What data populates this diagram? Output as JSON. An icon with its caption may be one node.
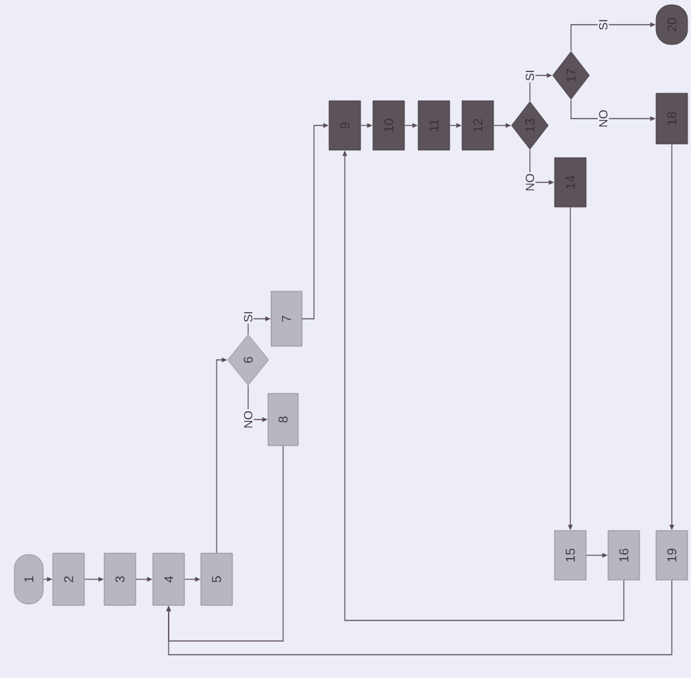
{
  "diagram": {
    "nodes": [
      {
        "text": [
          "1"
        ]
      },
      {
        "text": [
          "2"
        ]
      },
      {
        "text": [
          "3"
        ]
      },
      {
        "text": [
          "4"
        ]
      },
      {
        "text": [
          "5"
        ]
      },
      {
        "text": [
          "6"
        ]
      },
      {
        "text": [
          "7"
        ]
      },
      {
        "text": [
          "8"
        ]
      },
      {
        "text": [
          "9"
        ]
      },
      {
        "text": [
          "10"
        ]
      },
      {
        "text": [
          "11"
        ]
      },
      {
        "text": [
          "12"
        ]
      },
      {
        "text": [
          "13"
        ]
      },
      {
        "text": [
          "14"
        ]
      },
      {
        "text": [
          "15"
        ]
      },
      {
        "text": [
          "16"
        ]
      },
      {
        "text": [
          "17"
        ]
      },
      {
        "text": [
          "18"
        ]
      },
      {
        "text": [
          "19"
        ]
      },
      {
        "text": [
          "20"
        ]
      }
    ],
    "edges": [
      {
        "from": 0,
        "to": 1,
        "arrow": "to"
      },
      {
        "from": 1,
        "to": 2,
        "arrow": "to"
      },
      {
        "from": 2,
        "to": 3,
        "arrow": "to"
      },
      {
        "from": 3,
        "to": 4,
        "arrow": "to"
      },
      {
        "from": 4,
        "to": 5,
        "arrow": "to"
      },
      {
        "from": 5,
        "to": 6,
        "arrow": "to",
        "label": "SI"
      },
      {
        "from": 5,
        "to": 7,
        "arrow": "to",
        "label": "NO"
      },
      {
        "from": 6,
        "to": 8,
        "arrow": "to"
      },
      {
        "from": 7,
        "to": 3,
        "arrow": "to"
      },
      {
        "from": 8,
        "to": 9,
        "arrow": "to"
      },
      {
        "from": 9,
        "to": 10,
        "arrow": "to"
      },
      {
        "from": 10,
        "to": 11,
        "arrow": "to"
      },
      {
        "from": 11,
        "to": 12,
        "arrow": "to"
      },
      {
        "from": 12,
        "to": 16,
        "arrow": "to",
        "label": "SI"
      },
      {
        "from": 12,
        "to": 13,
        "arrow": "to",
        "label": "NO"
      },
      {
        "from": 13,
        "to": 14,
        "arrow": "to"
      },
      {
        "from": 14,
        "to": 15,
        "arrow": "to"
      },
      {
        "from": 15,
        "to": 8,
        "arrow": "to"
      },
      {
        "from": 16,
        "to": 19,
        "arrow": "to",
        "label": "SI"
      },
      {
        "from": 16,
        "to": 17,
        "arrow": "to",
        "label": "NO"
      },
      {
        "from": 17,
        "to": 18,
        "arrow": "to"
      },
      {
        "from": 18,
        "to": 3,
        "arrow": "to"
      }
    ]
  }
}
